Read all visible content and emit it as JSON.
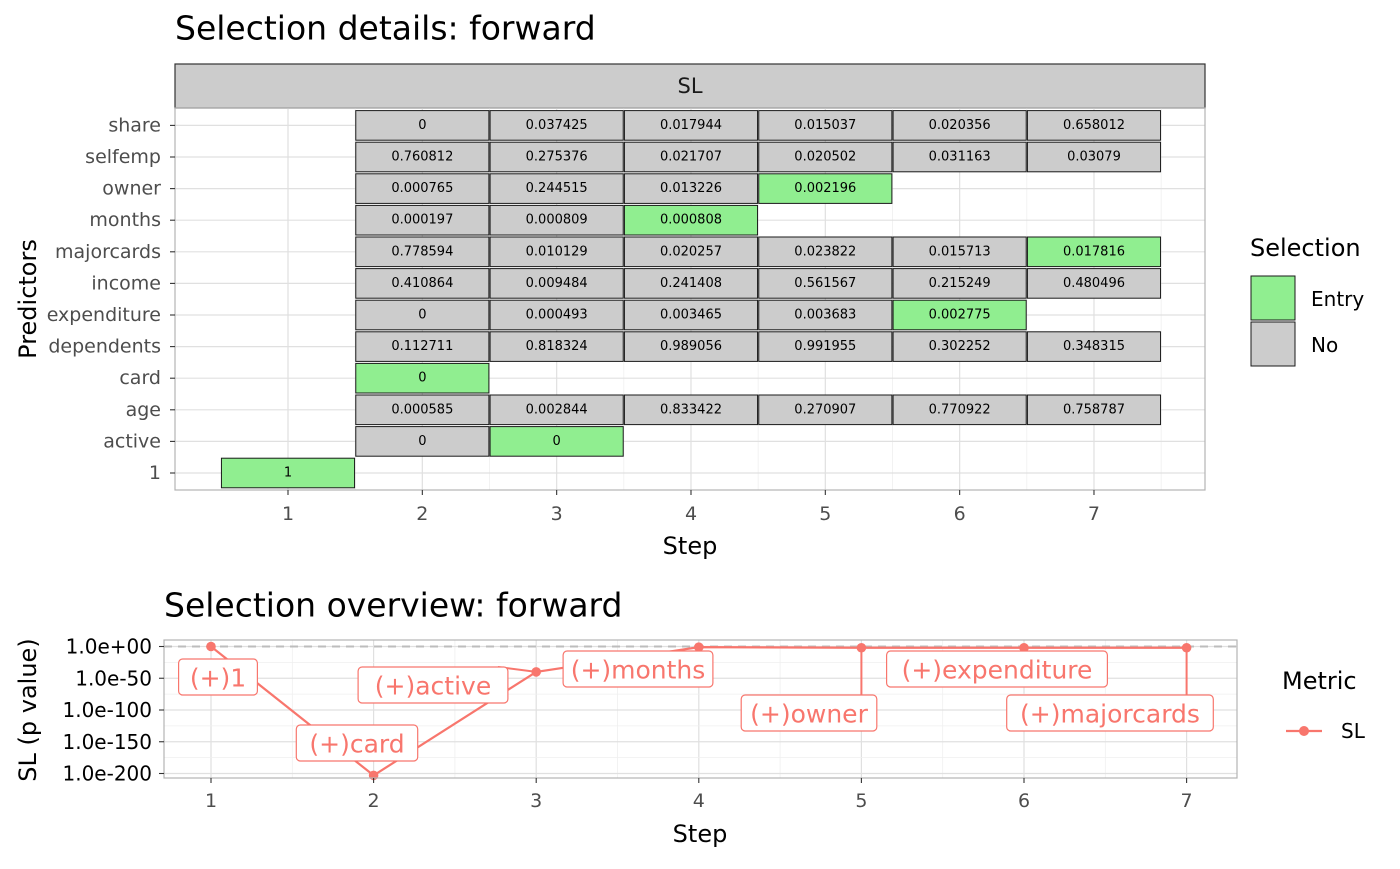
{
  "colors": {
    "entry": "#90EE90",
    "no": "#CCCCCC",
    "series": "#F8766D",
    "grid": "#E0E0E0",
    "text": "#000000",
    "tick_text": "#4D4D4D"
  },
  "chart_data": [
    {
      "type": "heatmap",
      "title": "Selection details: forward",
      "strip_label": "SL",
      "xlabel": "Step",
      "ylabel": "Predictors",
      "x_ticks": [
        "1",
        "2",
        "3",
        "4",
        "5",
        "6",
        "7"
      ],
      "y_categories": [
        "1",
        "active",
        "age",
        "card",
        "dependents",
        "expenditure",
        "income",
        "majorcards",
        "months",
        "owner",
        "selfemp",
        "share"
      ],
      "legend": {
        "title": "Selection",
        "position": "right",
        "items": [
          {
            "key": "Entry",
            "label": "Entry"
          },
          {
            "key": "No",
            "label": "No"
          }
        ]
      },
      "cells": [
        {
          "step": 1,
          "predictor": "1",
          "value": "1",
          "selection": "Entry"
        },
        {
          "step": 2,
          "predictor": "share",
          "value": "0",
          "selection": "No"
        },
        {
          "step": 2,
          "predictor": "selfemp",
          "value": "0.760812",
          "selection": "No"
        },
        {
          "step": 2,
          "predictor": "owner",
          "value": "0.000765",
          "selection": "No"
        },
        {
          "step": 2,
          "predictor": "months",
          "value": "0.000197",
          "selection": "No"
        },
        {
          "step": 2,
          "predictor": "majorcards",
          "value": "0.778594",
          "selection": "No"
        },
        {
          "step": 2,
          "predictor": "income",
          "value": "0.410864",
          "selection": "No"
        },
        {
          "step": 2,
          "predictor": "expenditure",
          "value": "0",
          "selection": "No"
        },
        {
          "step": 2,
          "predictor": "dependents",
          "value": "0.112711",
          "selection": "No"
        },
        {
          "step": 2,
          "predictor": "card",
          "value": "0",
          "selection": "Entry"
        },
        {
          "step": 2,
          "predictor": "age",
          "value": "0.000585",
          "selection": "No"
        },
        {
          "step": 2,
          "predictor": "active",
          "value": "0",
          "selection": "No"
        },
        {
          "step": 3,
          "predictor": "share",
          "value": "0.037425",
          "selection": "No"
        },
        {
          "step": 3,
          "predictor": "selfemp",
          "value": "0.275376",
          "selection": "No"
        },
        {
          "step": 3,
          "predictor": "owner",
          "value": "0.244515",
          "selection": "No"
        },
        {
          "step": 3,
          "predictor": "months",
          "value": "0.000809",
          "selection": "No"
        },
        {
          "step": 3,
          "predictor": "majorcards",
          "value": "0.010129",
          "selection": "No"
        },
        {
          "step": 3,
          "predictor": "income",
          "value": "0.009484",
          "selection": "No"
        },
        {
          "step": 3,
          "predictor": "expenditure",
          "value": "0.000493",
          "selection": "No"
        },
        {
          "step": 3,
          "predictor": "dependents",
          "value": "0.818324",
          "selection": "No"
        },
        {
          "step": 3,
          "predictor": "age",
          "value": "0.002844",
          "selection": "No"
        },
        {
          "step": 3,
          "predictor": "active",
          "value": "0",
          "selection": "Entry"
        },
        {
          "step": 4,
          "predictor": "share",
          "value": "0.017944",
          "selection": "No"
        },
        {
          "step": 4,
          "predictor": "selfemp",
          "value": "0.021707",
          "selection": "No"
        },
        {
          "step": 4,
          "predictor": "owner",
          "value": "0.013226",
          "selection": "No"
        },
        {
          "step": 4,
          "predictor": "months",
          "value": "0.000808",
          "selection": "Entry"
        },
        {
          "step": 4,
          "predictor": "majorcards",
          "value": "0.020257",
          "selection": "No"
        },
        {
          "step": 4,
          "predictor": "income",
          "value": "0.241408",
          "selection": "No"
        },
        {
          "step": 4,
          "predictor": "expenditure",
          "value": "0.003465",
          "selection": "No"
        },
        {
          "step": 4,
          "predictor": "dependents",
          "value": "0.989056",
          "selection": "No"
        },
        {
          "step": 4,
          "predictor": "age",
          "value": "0.833422",
          "selection": "No"
        },
        {
          "step": 5,
          "predictor": "share",
          "value": "0.015037",
          "selection": "No"
        },
        {
          "step": 5,
          "predictor": "selfemp",
          "value": "0.020502",
          "selection": "No"
        },
        {
          "step": 5,
          "predictor": "owner",
          "value": "0.002196",
          "selection": "Entry"
        },
        {
          "step": 5,
          "predictor": "majorcards",
          "value": "0.023822",
          "selection": "No"
        },
        {
          "step": 5,
          "predictor": "income",
          "value": "0.561567",
          "selection": "No"
        },
        {
          "step": 5,
          "predictor": "expenditure",
          "value": "0.003683",
          "selection": "No"
        },
        {
          "step": 5,
          "predictor": "dependents",
          "value": "0.991955",
          "selection": "No"
        },
        {
          "step": 5,
          "predictor": "age",
          "value": "0.270907",
          "selection": "No"
        },
        {
          "step": 6,
          "predictor": "share",
          "value": "0.020356",
          "selection": "No"
        },
        {
          "step": 6,
          "predictor": "selfemp",
          "value": "0.031163",
          "selection": "No"
        },
        {
          "step": 6,
          "predictor": "majorcards",
          "value": "0.015713",
          "selection": "No"
        },
        {
          "step": 6,
          "predictor": "income",
          "value": "0.215249",
          "selection": "No"
        },
        {
          "step": 6,
          "predictor": "expenditure",
          "value": "0.002775",
          "selection": "Entry"
        },
        {
          "step": 6,
          "predictor": "dependents",
          "value": "0.302252",
          "selection": "No"
        },
        {
          "step": 6,
          "predictor": "age",
          "value": "0.770922",
          "selection": "No"
        },
        {
          "step": 7,
          "predictor": "share",
          "value": "0.658012",
          "selection": "No"
        },
        {
          "step": 7,
          "predictor": "selfemp",
          "value": "0.03079",
          "selection": "No"
        },
        {
          "step": 7,
          "predictor": "majorcards",
          "value": "0.017816",
          "selection": "Entry"
        },
        {
          "step": 7,
          "predictor": "income",
          "value": "0.480496",
          "selection": "No"
        },
        {
          "step": 7,
          "predictor": "dependents",
          "value": "0.348315",
          "selection": "No"
        },
        {
          "step": 7,
          "predictor": "age",
          "value": "0.758787",
          "selection": "No"
        }
      ]
    },
    {
      "type": "line",
      "title": "Selection overview: forward",
      "xlabel": "Step",
      "ylabel": "SL (p value)",
      "x_ticks": [
        "1",
        "2",
        "3",
        "4",
        "5",
        "6",
        "7"
      ],
      "y_ticks": [
        {
          "value": 0,
          "label": "1.0e+00"
        },
        {
          "value": -50,
          "label": "1.0e-50"
        },
        {
          "value": -100,
          "label": "1.0e-100"
        },
        {
          "value": -150,
          "label": "1.0e-150"
        },
        {
          "value": -200,
          "label": "1.0e-200"
        }
      ],
      "y_scale": "log10",
      "ylim_log10": [
        -205,
        0
      ],
      "grid": true,
      "reference_line_log10": 0,
      "legend": {
        "title": "Metric",
        "position": "right",
        "items": [
          {
            "label": "SL"
          }
        ]
      },
      "series": [
        {
          "name": "SL",
          "x": [
            1,
            2,
            3,
            4,
            5,
            6,
            7
          ],
          "y_log10": [
            0,
            -203,
            -40,
            -1,
            -2,
            -2,
            -2
          ],
          "labels": [
            "(+)1",
            "(+)card",
            "(+)active",
            "(+)months",
            "(+)owner",
            "(+)expenditure",
            "(+)majorcards"
          ]
        }
      ]
    }
  ]
}
